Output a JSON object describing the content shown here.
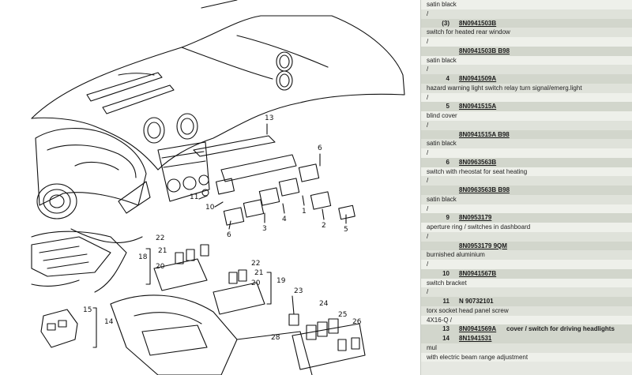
{
  "diagram": {
    "callouts": [
      {
        "label": "13"
      },
      {
        "label": "6"
      },
      {
        "label": "11"
      },
      {
        "label": "10"
      },
      {
        "label": "6"
      },
      {
        "label": "3"
      },
      {
        "label": "4"
      },
      {
        "label": "1"
      },
      {
        "label": "2"
      },
      {
        "label": "5"
      },
      {
        "label": "22"
      },
      {
        "label": "21"
      },
      {
        "label": "18"
      },
      {
        "label": "20"
      },
      {
        "label": "22"
      },
      {
        "label": "21"
      },
      {
        "label": "20"
      },
      {
        "label": "19"
      },
      {
        "label": "15"
      },
      {
        "label": "14"
      },
      {
        "label": "23"
      },
      {
        "label": "24"
      },
      {
        "label": "25"
      },
      {
        "label": "26"
      },
      {
        "label": "28"
      }
    ]
  },
  "parts": [
    {
      "type": "desc",
      "text": "satin black"
    },
    {
      "type": "desc",
      "text": "/"
    },
    {
      "type": "num",
      "pos": "(3)",
      "pn": "8N0941503B"
    },
    {
      "type": "desc",
      "text": "switch for heated rear window"
    },
    {
      "type": "desc",
      "text": "/"
    },
    {
      "type": "num",
      "pos": "",
      "pn": "8N0941503B B98"
    },
    {
      "type": "desc",
      "text": "satin black"
    },
    {
      "type": "desc",
      "text": "/"
    },
    {
      "type": "num",
      "pos": "4",
      "pn": "8N0941509A"
    },
    {
      "type": "desc",
      "text": "hazard warning light switch relay turn signal/emerg.light"
    },
    {
      "type": "desc",
      "text": "/"
    },
    {
      "type": "num",
      "pos": "5",
      "pn": "8N0941515A"
    },
    {
      "type": "desc",
      "text": "blind cover"
    },
    {
      "type": "desc",
      "text": "/"
    },
    {
      "type": "num",
      "pos": "",
      "pn": "8N0941515A B98"
    },
    {
      "type": "desc",
      "text": "satin black"
    },
    {
      "type": "desc",
      "text": "/"
    },
    {
      "type": "num",
      "pos": "6",
      "pn": "8N0963563B"
    },
    {
      "type": "desc",
      "text": "switch with rheostat for seat heating"
    },
    {
      "type": "desc",
      "text": "/"
    },
    {
      "type": "num",
      "pos": "",
      "pn": "8N0963563B B98"
    },
    {
      "type": "desc",
      "text": "satin black"
    },
    {
      "type": "desc",
      "text": "/"
    },
    {
      "type": "num",
      "pos": "9",
      "pn": "8N0953179"
    },
    {
      "type": "desc",
      "text": "aperture ring / switches in dashboard"
    },
    {
      "type": "desc",
      "text": "/"
    },
    {
      "type": "num",
      "pos": "",
      "pn": "8N0953179 9QM"
    },
    {
      "type": "desc",
      "text": "burnished aluminium"
    },
    {
      "type": "desc",
      "text": "/"
    },
    {
      "type": "num",
      "pos": "10",
      "pn": "8N0941567B"
    },
    {
      "type": "desc",
      "text": "switch bracket"
    },
    {
      "type": "desc",
      "text": "/"
    },
    {
      "type": "num",
      "pos": "11",
      "pn": "N 90732101",
      "plain": true
    },
    {
      "type": "desc",
      "text": "torx socket head panel screw"
    },
    {
      "type": "desc",
      "text": "4X16-Q /"
    },
    {
      "type": "num",
      "pos": "13",
      "pn": "8N0941569A",
      "extra": "cover / switch for driving headlights"
    },
    {
      "type": "num",
      "pos": "14",
      "pn": "8N1941531"
    },
    {
      "type": "desc",
      "text": "mul"
    },
    {
      "type": "desc",
      "text": "with electric beam range adjustment"
    }
  ]
}
